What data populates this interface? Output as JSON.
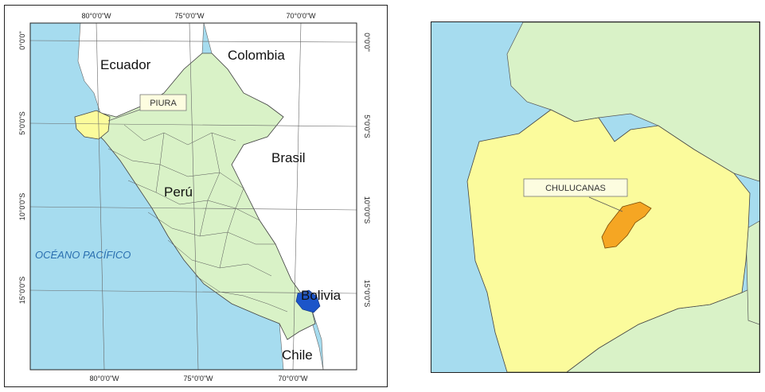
{
  "left_map": {
    "lon_labels": [
      "80°0'0\"W",
      "75°0'0\"W",
      "70°0'0\"W"
    ],
    "lat_labels": [
      "0°0'0\"",
      "5°0'0\"S",
      "10°0'0\"S",
      "15°0'0\"S"
    ],
    "countries": {
      "ecuador": "Ecuador",
      "colombia": "Colombia",
      "brasil": "Brasil",
      "peru": "Perú",
      "bolivia": "Bolivia",
      "chile": "Chile"
    },
    "ocean": "OCÉANO PACÍFICO",
    "callout": "PIURA"
  },
  "right_map": {
    "callout": "CHULUCANAS"
  },
  "colors": {
    "sea": "#a6dcef",
    "peru": "#d9f2c7",
    "piura": "#fbfb9c",
    "chulucanas": "#f5a623",
    "titicaca": "#1c55c9",
    "neighbor": "#ffffff",
    "callout_bg": "#fdfde0"
  }
}
